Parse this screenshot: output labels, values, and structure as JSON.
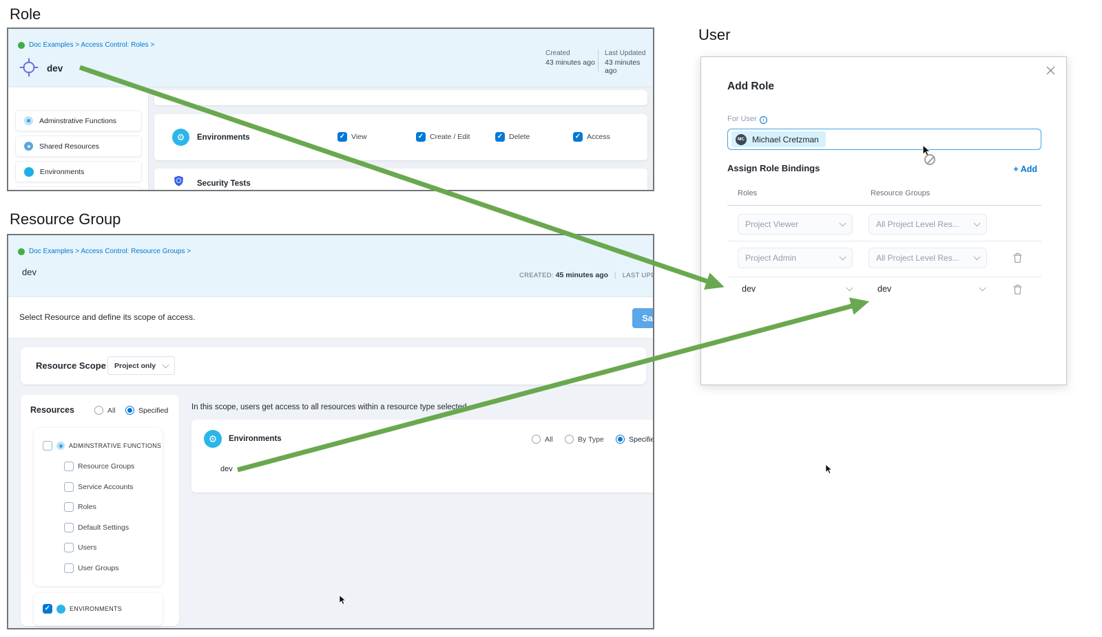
{
  "role": {
    "section_label": "Role",
    "breadcrumb": "Doc Examples > Access Control: Roles >",
    "entity_name": "dev",
    "created_label": "Created",
    "created_value": "43 minutes ago",
    "updated_label": "Last Updated",
    "updated_value": "43 minutes ago",
    "sidebar": [
      "Adminstrative Functions",
      "Shared Resources",
      "Environments"
    ],
    "permission_row": {
      "label": "Environments",
      "options": [
        "View",
        "Create / Edit",
        "Delete",
        "Access"
      ]
    },
    "next_row_label": "Security Tests"
  },
  "resource_group": {
    "section_label": "Resource Group",
    "breadcrumb": "Doc Examples > Access Control: Resource Groups >",
    "entity_name": "dev",
    "created_label": "CREATED:",
    "created_value": "45 minutes ago",
    "separator": "|",
    "updated_label": "LAST UPD",
    "instruction": "Select Resource and define its scope of access.",
    "save_label": "Save",
    "scope_label": "Resource Scope",
    "scope_value": "Project only",
    "resources_label": "Resources",
    "radio_all": "All",
    "radio_specified": "Specified",
    "admin_group_label": "ADMINSTRATIVE FUNCTIONS",
    "admin_items": [
      "Resource Groups",
      "Service Accounts",
      "Roles",
      "Default Settings",
      "Users",
      "User Groups"
    ],
    "env_group_label": "ENVIRONMENTS",
    "scope_hint": "In this scope, users get access to all resources within a resource type selected",
    "env_row_label": "Environments",
    "env_radios": [
      "All",
      "By Type",
      "Specified"
    ],
    "selected_resource": "dev"
  },
  "user": {
    "section_label": "User",
    "modal_title": "Add Role",
    "for_user_label": "For User",
    "user_chip": {
      "initials": "MC",
      "name": "Michael Cretzman"
    },
    "bindings_label": "Assign Role Bindings",
    "add_label": "+ Add",
    "col_roles": "Roles",
    "col_resource_groups": "Resource Groups",
    "rows": [
      {
        "role": "Project Viewer",
        "resource_group": "All Project Level Res..."
      },
      {
        "role": "Project Admin",
        "resource_group": "All Project Level Res..."
      },
      {
        "role": "dev",
        "resource_group": "dev"
      }
    ]
  },
  "colors": {
    "accent_blue": "#0278d5",
    "header_blue": "#e7f4fb",
    "arrow_green": "#6aa84f",
    "cyan_icon": "#2cb5e8"
  }
}
